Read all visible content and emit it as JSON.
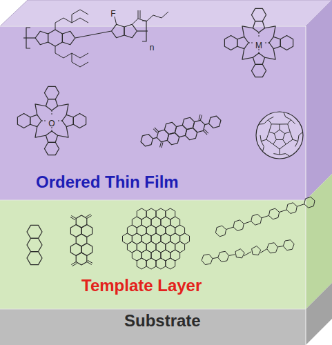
{
  "diagram": {
    "nodes": [
      {
        "text": [
          "Ordered Thin Film"
        ]
      },
      {
        "text": [
          "Template Layer"
        ]
      },
      {
        "text": [
          "Substrate"
        ]
      }
    ],
    "labels": [
      "F",
      "n",
      "M",
      "O"
    ]
  }
}
